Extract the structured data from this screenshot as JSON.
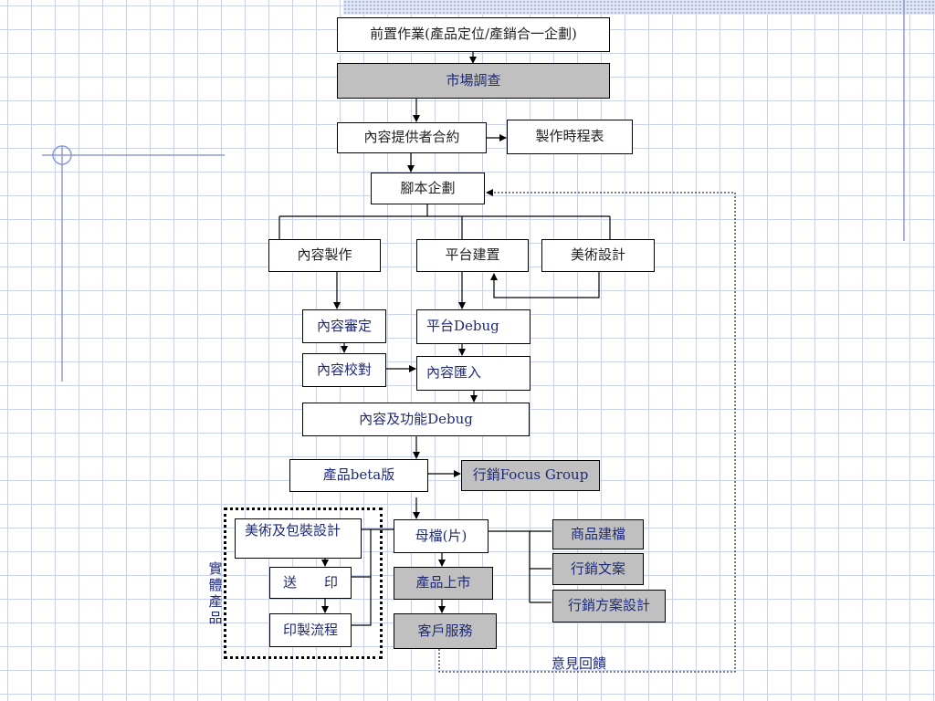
{
  "nodes": {
    "pre_work": "前置作業(產品定位/產銷合一企劃)",
    "market_survey": "市場調查",
    "content_contract": "內容提供者合約",
    "schedule": "製作時程表",
    "script_planning": "腳本企劃",
    "content_production": "內容製作",
    "platform_build": "平台建置",
    "art_design": "美術設計",
    "content_review": "內容審定",
    "platform_debug": "平台Debug",
    "content_proofread": "內容校對",
    "content_import": "內容匯入",
    "content_function_debug": "內容及功能Debug",
    "product_beta": "產品beta版",
    "marketing_focus_group": "行銷Focus Group",
    "art_packaging_design": "美術及包裝設計",
    "send_print": "送　　印",
    "print_process": "印製流程",
    "master": "母檔(片)",
    "product_launch": "產品上市",
    "customer_service": "客戶服務",
    "product_filing": "商品建檔",
    "marketing_copy": "行銷文案",
    "marketing_plan_design": "行銷方案設計"
  },
  "labels": {
    "physical_product": "實體產品",
    "feedback": "意見回饋"
  },
  "colors": {
    "highlight_fill": "#c0c0c0",
    "text_blue": "#1e2a78",
    "line": "#000000"
  }
}
